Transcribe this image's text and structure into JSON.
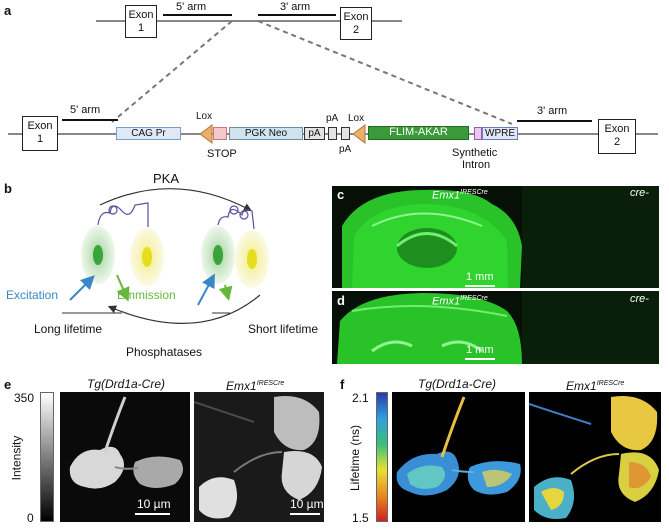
{
  "panels": {
    "a": "a",
    "b": "b",
    "c": "c",
    "d": "d",
    "e": "e",
    "f": "f"
  },
  "panel_a": {
    "top": {
      "exon1": "Exon\n1",
      "exon2": "Exon\n2",
      "arm5": "5' arm",
      "arm3": "3' arm"
    },
    "bottom": {
      "exon1": "Exon\n1",
      "exon2": "Exon\n2",
      "arm5": "5' arm",
      "arm3": "3' arm",
      "cag": "CAG Pr",
      "pgk": "PGK Neo",
      "pa1": "pA",
      "pa2": "pA",
      "pa3": "pA",
      "flim": "FLIM-AKAR",
      "wpre": "WPRE",
      "lox1": "Lox",
      "lox2": "Lox",
      "stop": "STOP",
      "synthetic": "Synthetic",
      "intron": "Intron"
    }
  },
  "panel_b": {
    "pka": "PKA",
    "excitation": "Excitation",
    "emmission": "Emmission",
    "long": "Long lifetime",
    "short": "Short lifetime",
    "phosphatases": "Phosphatases"
  },
  "panel_c": {
    "genotype": "Emx1",
    "sup": "IRESCre",
    "cre_neg": "cre-",
    "scale": "1 mm"
  },
  "panel_d": {
    "genotype": "Emx1",
    "sup": "IRESCre",
    "cre_neg": "cre-",
    "scale": "1 mm"
  },
  "panel_e": {
    "title_left": "Tg(Drd1a-Cre)",
    "title_right": "Emx1",
    "title_right_sup": "IRESCre",
    "cbar_max": "350",
    "cbar_min": "0",
    "cbar_label": "Intensity",
    "scale_left": "10 µm",
    "scale_right": "10 µm"
  },
  "panel_f": {
    "title_left": "Tg(Drd1a-Cre)",
    "title_right": "Emx1",
    "title_right_sup": "IRESCre",
    "cbar_max": "2.1",
    "cbar_min": "1.5",
    "cbar_label": "Lifetime (ns)"
  },
  "colors": {
    "flim": "#3a9a3a",
    "cag": "#dfe9f5",
    "pgk": "#cfe3ef",
    "lox": "#e8b06a",
    "stop": "#f2c8c8",
    "brain_green": "#29c229"
  }
}
